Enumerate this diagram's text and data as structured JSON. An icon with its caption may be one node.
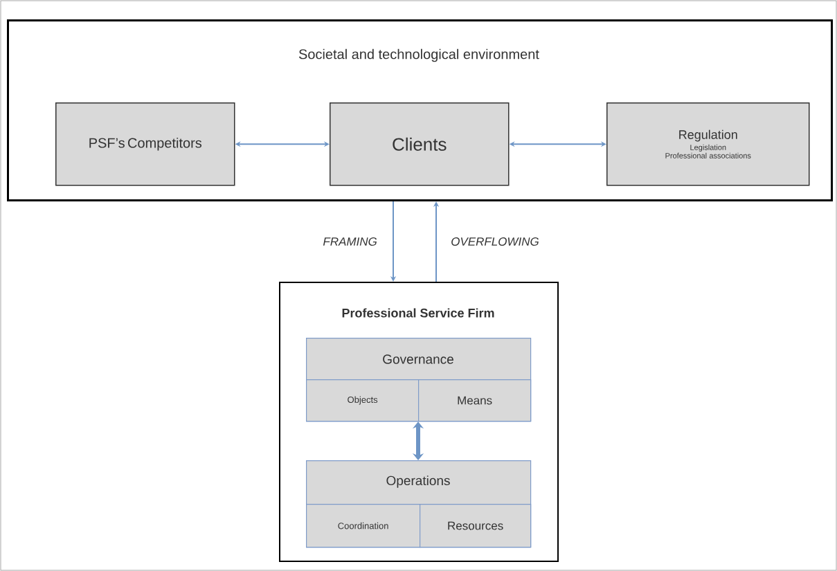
{
  "diagram": {
    "nodes": [
      {
        "text": [
          "Societal and technological environment"
        ]
      },
      {
        "text": [
          "PSF’s Competitors"
        ],
        "in": 0
      },
      {
        "text": [
          "Clients"
        ],
        "in": 0
      },
      {
        "text": [
          "Regulation",
          "Legislation",
          "Professional associations"
        ],
        "in": 0
      },
      {
        "text": [
          "Professional Service Firm"
        ]
      },
      {
        "text": [
          "Governance"
        ],
        "in": 4
      },
      {
        "text": [
          "Objects"
        ],
        "in": 5
      },
      {
        "text": [
          "Means"
        ],
        "in": 5
      },
      {
        "text": [
          "Operations"
        ],
        "in": 4
      },
      {
        "text": [
          "Coordination"
        ],
        "in": 8
      },
      {
        "text": [
          "Resources"
        ],
        "in": 8
      }
    ],
    "edges": [
      {
        "from": 1,
        "to": 2,
        "arrow": "both"
      },
      {
        "from": 2,
        "to": 3,
        "arrow": "both"
      },
      {
        "from": 0,
        "to": 4,
        "arrow": "to",
        "label": "FRAMING"
      },
      {
        "from": 4,
        "to": 0,
        "arrow": "to",
        "label": "OVERFLOWING"
      },
      {
        "from": 5,
        "to": 8,
        "arrow": "both",
        "style": "thick"
      }
    ]
  }
}
